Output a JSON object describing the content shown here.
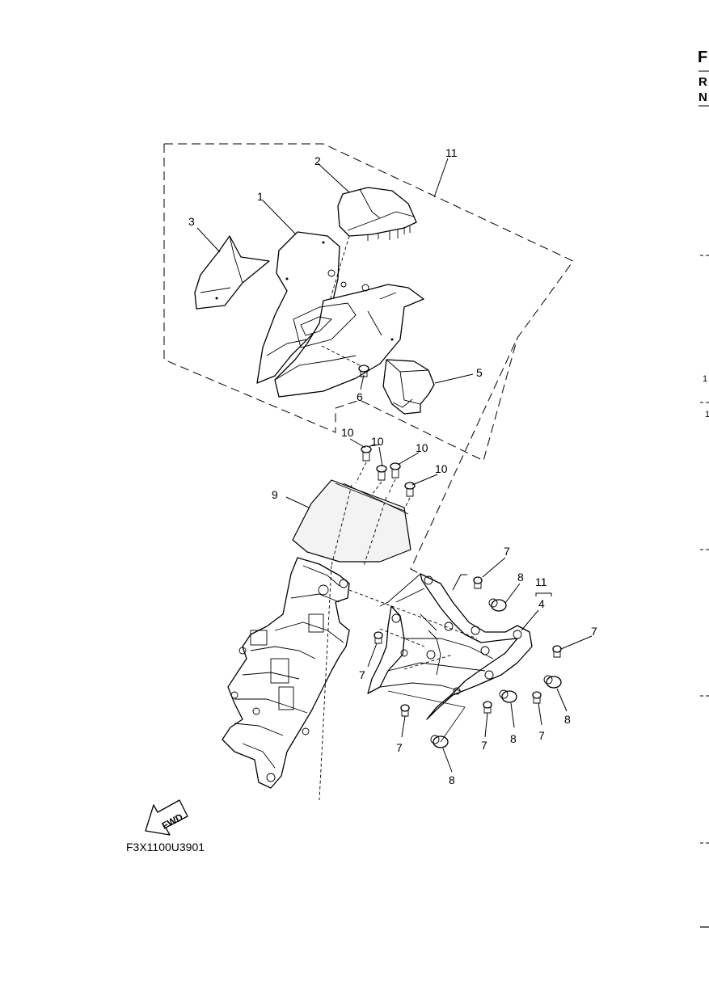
{
  "header": {
    "letters": [
      "F",
      "R",
      "N"
    ]
  },
  "callouts": {
    "c1": "1",
    "c2": "2",
    "c3": "3",
    "c4": "4",
    "c5": "5",
    "c6": "6",
    "c7a": "7",
    "c7b": "7",
    "c7c": "7",
    "c7d": "7",
    "c7e": "7",
    "c7f": "7",
    "c8a": "8",
    "c8b": "8",
    "c8c": "8",
    "c8d": "8",
    "c9": "9",
    "c10a": "10",
    "c10b": "10",
    "c10c": "10",
    "c10d": "10",
    "c11a": "11",
    "c11b": "11"
  },
  "fwd_label": "FWD",
  "figure_code": "F3X1100U3901",
  "edge_marks": [
    "1",
    "1"
  ],
  "icons": {
    "fwd_arrow": "fwd-arrow-icon"
  }
}
